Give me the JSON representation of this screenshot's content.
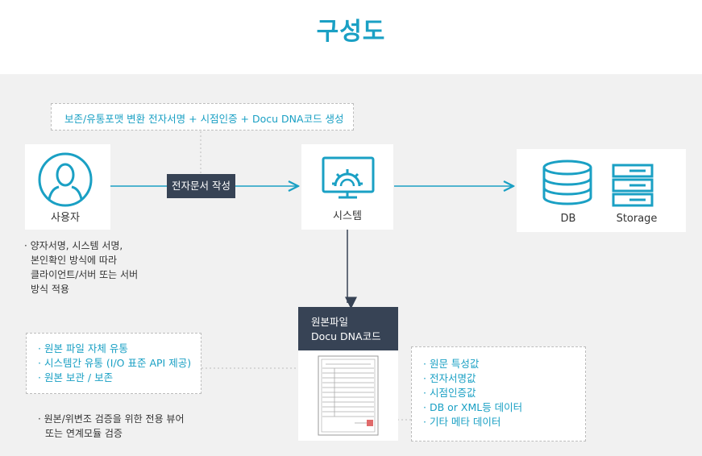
{
  "title": "구성도",
  "top_note": "보존/유통포맷 변환 전자서명 + 시점인증 + Docu DNA코드 생성",
  "user": {
    "label": "사용자",
    "notes": [
      "양자서명, 시스템 서명,",
      "본인확인 방식에 따라",
      "클라이언트/서버 또는 서버",
      "방식 적용"
    ]
  },
  "edge_label": "전자문서 작성",
  "system": {
    "label": "시스템"
  },
  "storage_box": {
    "db_label": "DB",
    "storage_label": "Storage"
  },
  "original_file": {
    "header_line1": "원본파일",
    "header_line2": "Docu DNA코드"
  },
  "left_list": [
    "원본 파일 자체 유통",
    "시스템간 유통 (I/O 표준 API 제공)",
    "원본 보관 / 보존"
  ],
  "left_note": [
    "원본/위변조 검증을 위한 전용 뷰어",
    "또는 연계모듈 검증"
  ],
  "right_list": [
    "원문 특성값",
    "전자서명값",
    "시점인증값",
    "DB or XML등 데이터",
    "기타 메타 데이터"
  ],
  "colors": {
    "accent": "#1aa0c4",
    "dark": "#374355",
    "panel": "#f1f1f1"
  }
}
